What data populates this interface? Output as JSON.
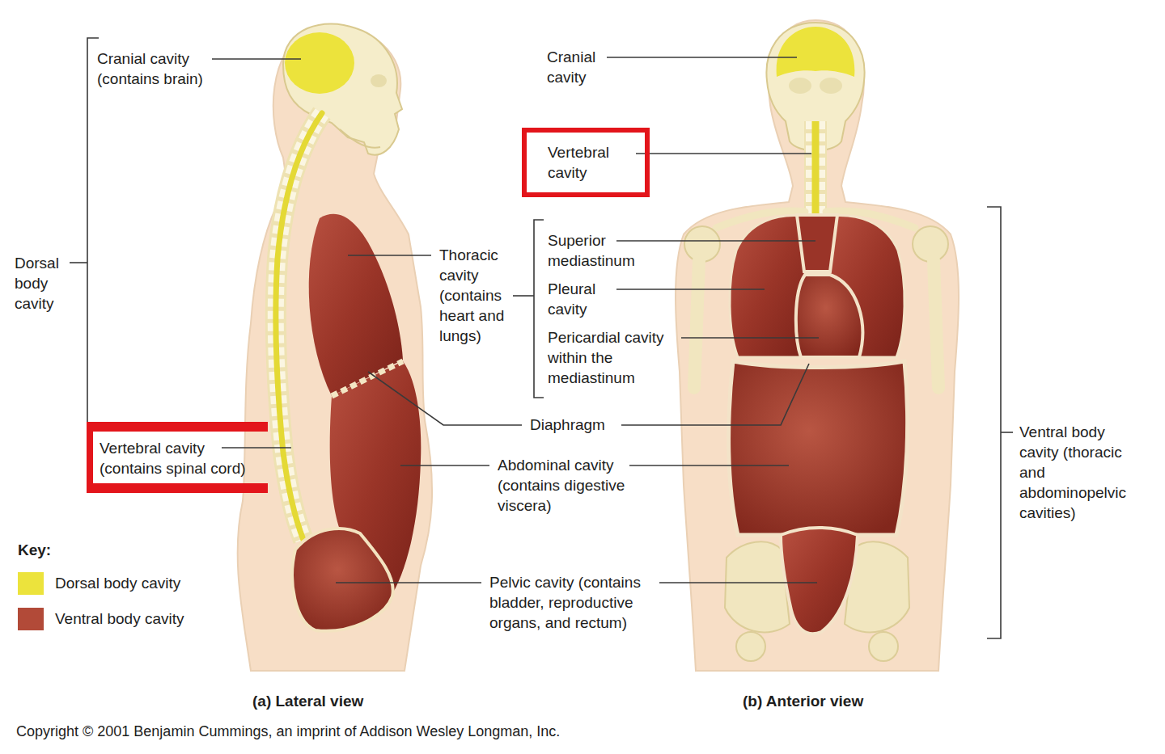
{
  "diagram": {
    "nodes": [
      {
        "text": [
          "Vertebral cavity"
        ]
      },
      {
        "text": [
          "Vertebral cavity (contains spinal cord)"
        ]
      }
    ],
    "labels": [
      "Cranial cavity (contains brain)",
      "Cranial cavity",
      "Dorsal body cavity",
      "Superior mediastinum",
      "Thoracic cavity (contains heart and lungs)",
      "Pleural cavity",
      "Pericardial cavity within the mediastinum",
      "Diaphragm",
      "Ventral body cavity (thoracic and abdominopelvic cavities)",
      "Abdominal cavity (contains digestive viscera)",
      "Key:",
      "Pelvic cavity (contains bladder, reproductive organs, and rectum)",
      "(a) Lateral view",
      "(b) Anterior view",
      "Copyright © 2001 Benjamin Cummings, an imprint of Addison Wesley Longman, Inc."
    ],
    "legend": [
      {
        "text": "Dorsal body cavity",
        "color": "#ece33c"
      },
      {
        "text": "Ventral body cavity",
        "color": "#b24a38"
      }
    ]
  }
}
